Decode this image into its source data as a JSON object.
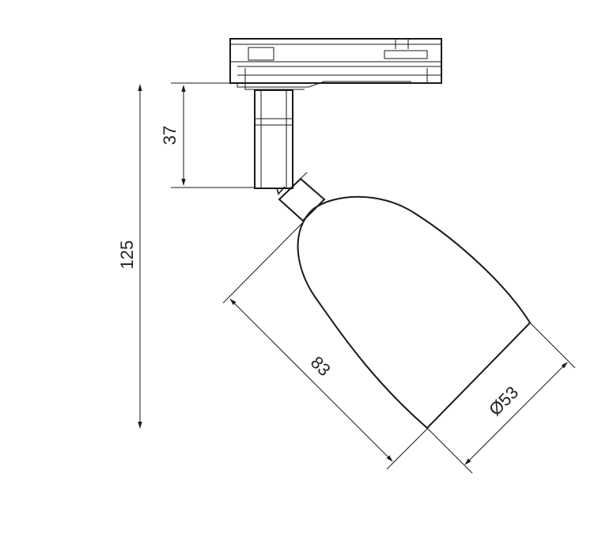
{
  "dimensions": {
    "total_height": "125",
    "adapter_height": "37",
    "lamp_length": "83",
    "lamp_diameter": "Ø53"
  },
  "colors": {
    "line": "#1a1a1a",
    "background": "#ffffff"
  }
}
